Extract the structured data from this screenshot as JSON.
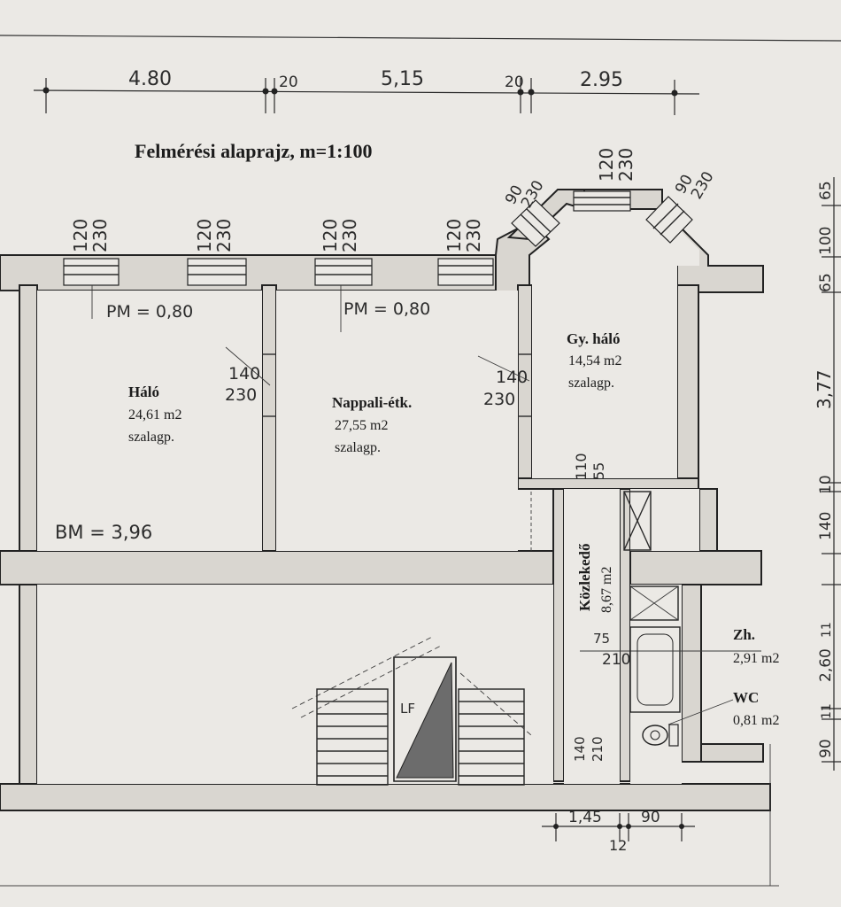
{
  "title": "Felmérési alaprajz, m=1:100",
  "top_dimensions": [
    "4.80",
    "20",
    "5,15",
    "20",
    "2.95"
  ],
  "window_sizes": [
    {
      "w": "120",
      "h": "230"
    },
    {
      "w": "120",
      "h": "230"
    },
    {
      "w": "120",
      "h": "230"
    },
    {
      "w": "120",
      "h": "230"
    },
    {
      "w": "90",
      "h": "230"
    },
    {
      "w": "120",
      "h": "230"
    },
    {
      "w": "90",
      "h": "230"
    }
  ],
  "sill_heights": [
    "PM = 0,80",
    "PM = 0,80"
  ],
  "room_height": "BM = 3,96",
  "door_sizes": [
    {
      "w": "140",
      "h": "230"
    },
    {
      "w": "140",
      "h": "230"
    },
    {
      "w": "110",
      "h": "55"
    },
    {
      "w": "75",
      "h": "210"
    },
    {
      "w": "140",
      "h": "210"
    }
  ],
  "rooms": [
    {
      "name": "Háló",
      "area": "24,61 m2",
      "floor": "szalagp."
    },
    {
      "name": "Nappali-étk.",
      "area": "27,55 m2",
      "floor": "szalagp."
    },
    {
      "name": "Gy. háló",
      "area": "14,54 m2",
      "floor": "szalagp."
    },
    {
      "name": "Közlekedő",
      "area": "8,67 m2"
    },
    {
      "name": "Zh.",
      "area": "2,91 m2"
    },
    {
      "name": "WC",
      "area": "0,81 m2"
    }
  ],
  "stair_label": "LF",
  "right_dimensions": [
    "65",
    "100",
    "65",
    "3,77",
    "10",
    "140",
    "11",
    "2,60",
    "11",
    "90"
  ],
  "bottom_dimensions": [
    "1,45",
    "90",
    "12"
  ]
}
